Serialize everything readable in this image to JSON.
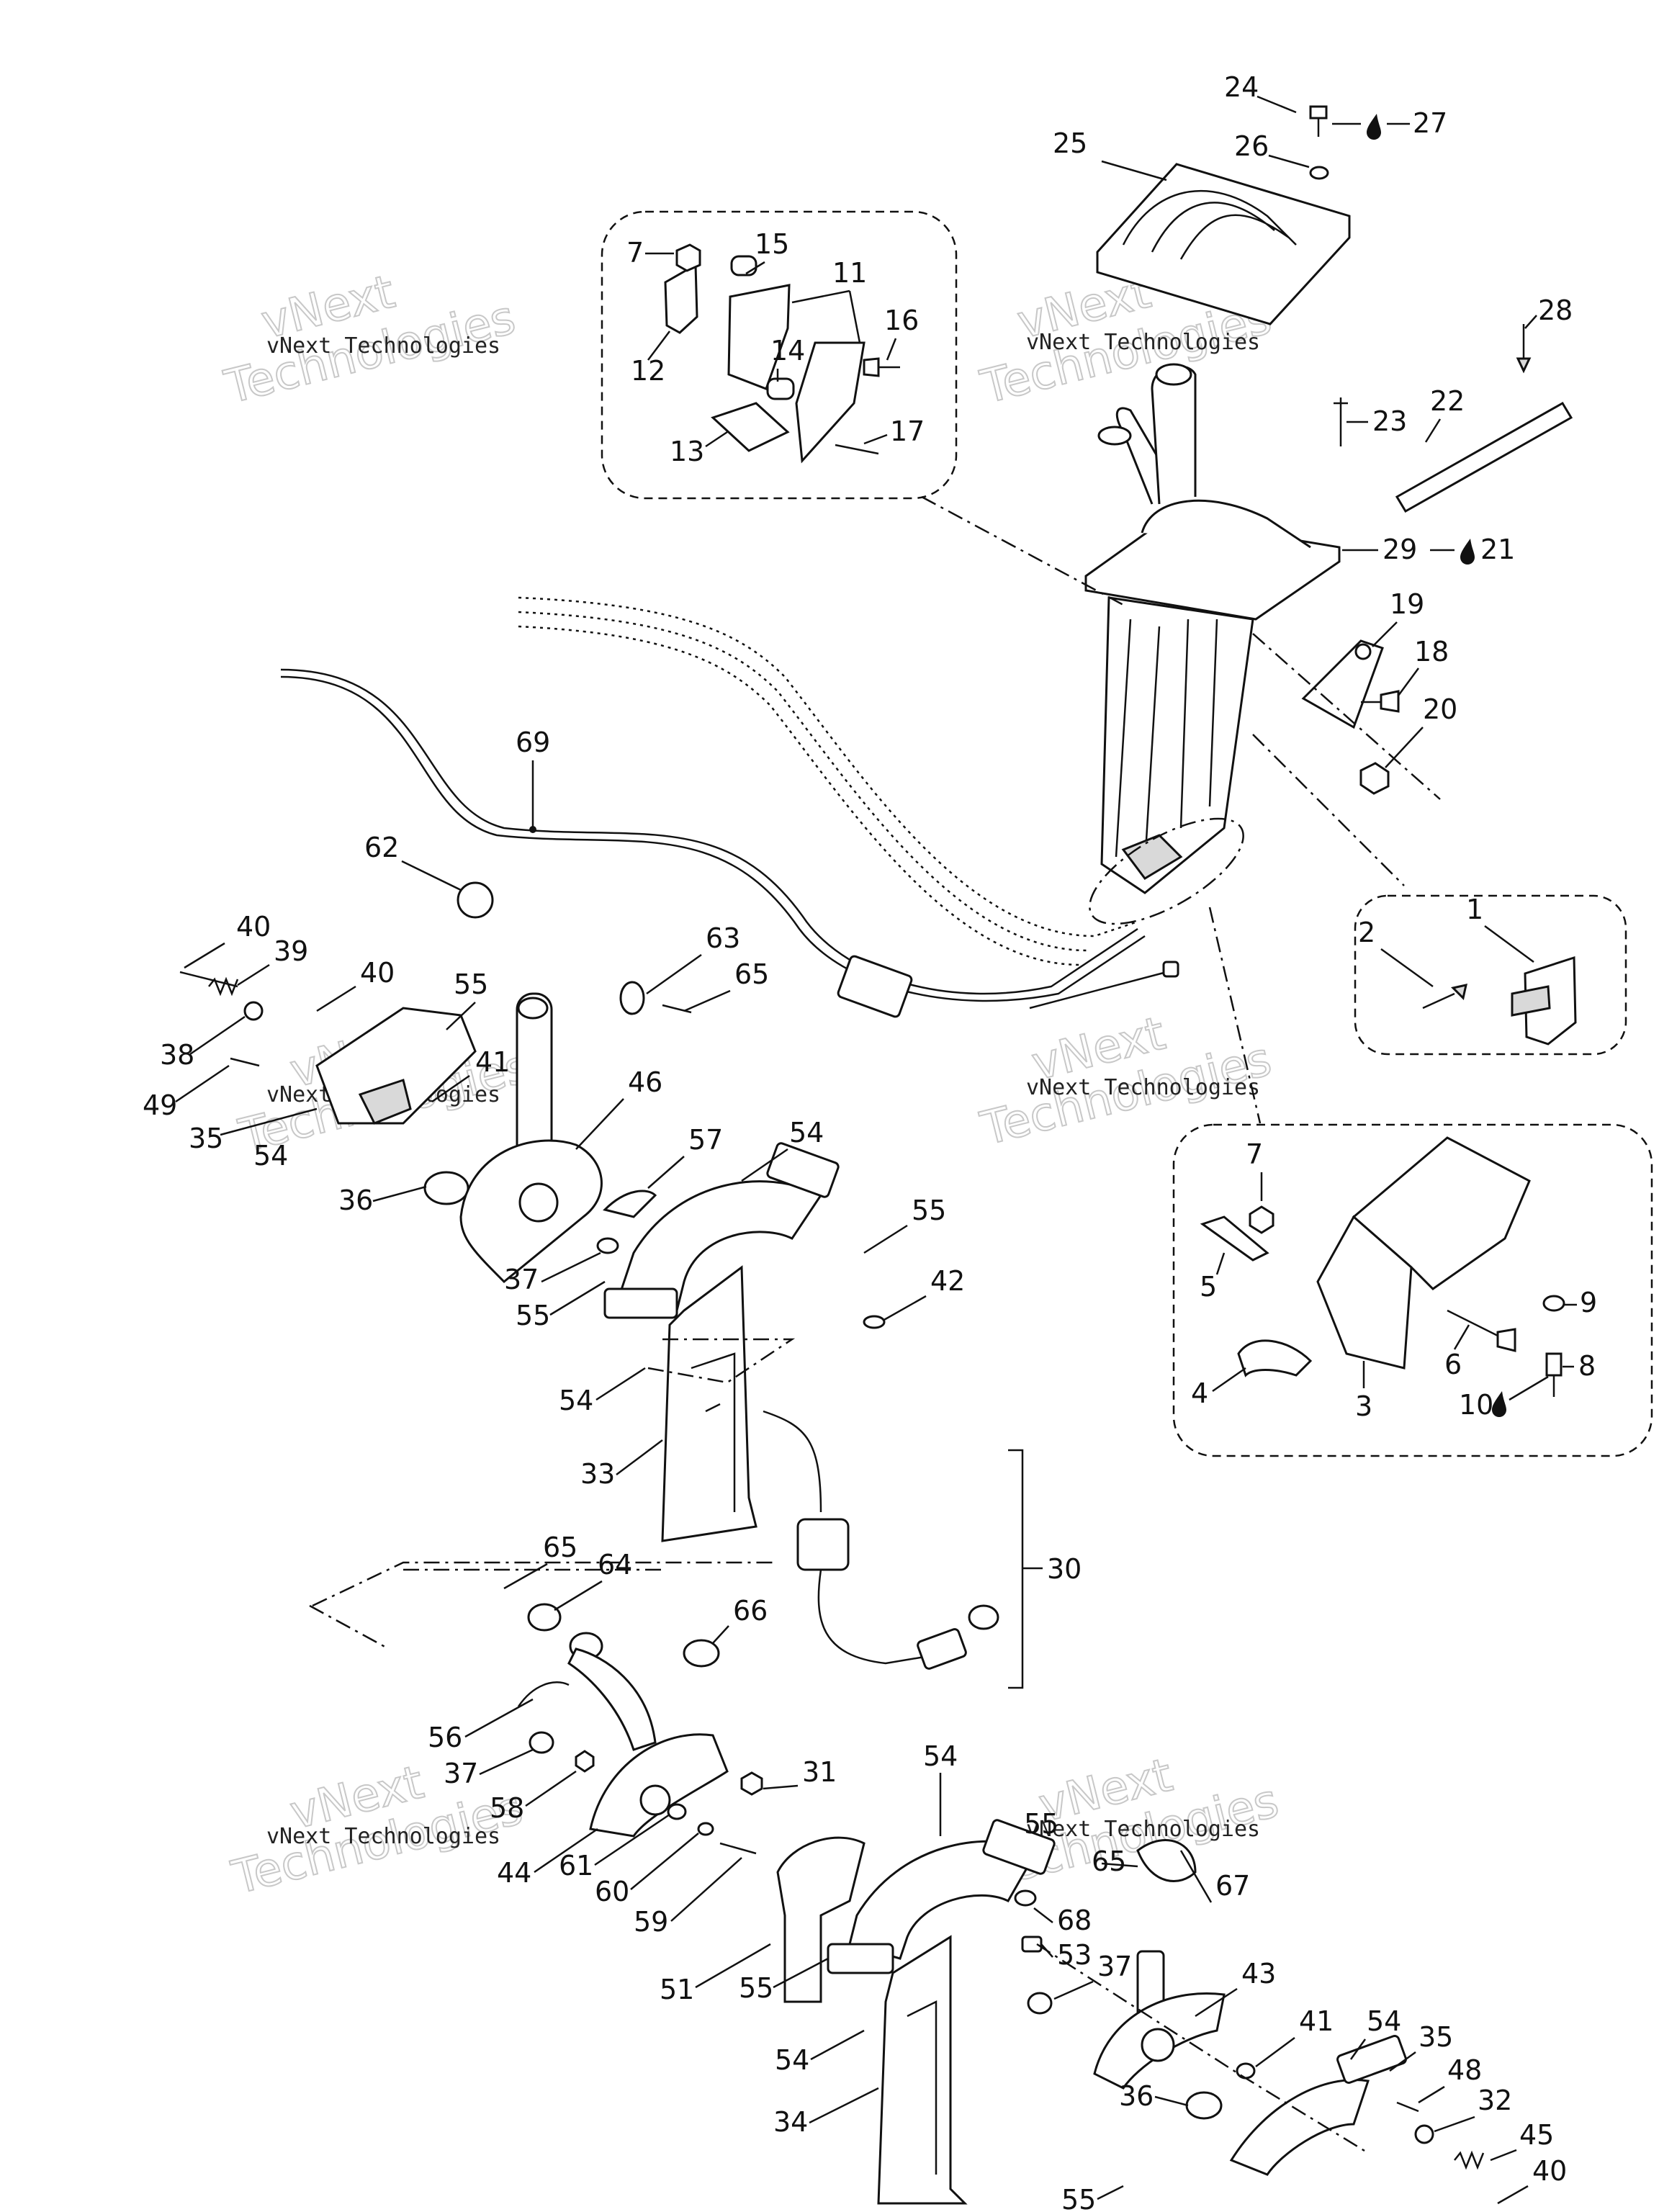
{
  "watermark": {
    "line1": "vNext",
    "line2": "Technologies",
    "caption": "vNext Technologies"
  },
  "callouts": {
    "c1": "1",
    "c2": "2",
    "c3": "3",
    "c4": "4",
    "c5": "5",
    "c6": "6",
    "c7a": "7",
    "c7b": "7",
    "c8": "8",
    "c9": "9",
    "c10": "10",
    "c11": "11",
    "c12": "12",
    "c13": "13",
    "c14": "14",
    "c15": "15",
    "c16": "16",
    "c17": "17",
    "c18": "18",
    "c19": "19",
    "c20": "20",
    "c21": "21",
    "c22": "22",
    "c23": "23",
    "c24": "24",
    "c25": "25",
    "c26": "26",
    "c27": "27",
    "c28": "28",
    "c29": "29",
    "c30": "30",
    "c31": "31",
    "c32": "32",
    "c33": "33",
    "c34": "34",
    "c35a": "35",
    "c35b": "35",
    "c36a": "36",
    "c36b": "36",
    "c37a": "37",
    "c37b": "37",
    "c37c": "37",
    "c38": "38",
    "c39": "39",
    "c40a": "40",
    "c40b": "40",
    "c40c": "40",
    "c41a": "41",
    "c41b": "41",
    "c42": "42",
    "c43": "43",
    "c44": "44",
    "c45": "45",
    "c46": "46",
    "c48": "48",
    "c49": "49",
    "c51": "51",
    "c53": "53",
    "c54a": "54",
    "c54b": "54",
    "c54c": "54",
    "c54d": "54",
    "c54e": "54",
    "c54f": "54",
    "c55a": "55",
    "c55b": "55",
    "c55c": "55",
    "c55d": "55",
    "c55e": "55",
    "c55f": "55",
    "c56": "56",
    "c57": "57",
    "c58": "58",
    "c59": "59",
    "c60": "60",
    "c61": "61",
    "c62": "62",
    "c63": "63",
    "c64": "64",
    "c65a": "65",
    "c65b": "65",
    "c65c": "65",
    "c66": "66",
    "c67": "67",
    "c68": "68",
    "c69": "69"
  },
  "icons": {
    "lubricant": "oil-drop-icon"
  }
}
